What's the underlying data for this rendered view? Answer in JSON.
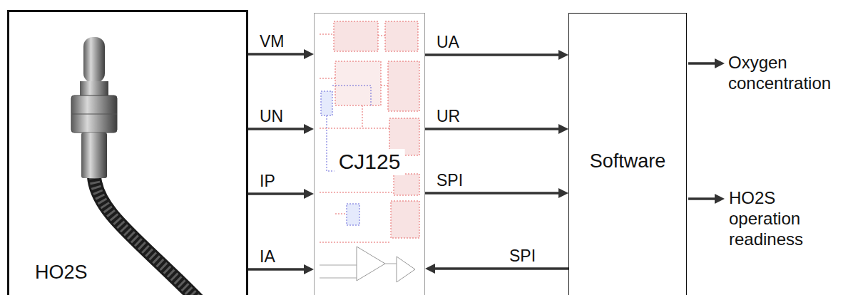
{
  "diagram": {
    "nodes": [
      {
        "text": [
          "HO2S"
        ]
      },
      {
        "text": [
          "CJ125"
        ]
      },
      {
        "text": [
          "Software"
        ]
      }
    ],
    "edges": [
      {
        "from": 0,
        "to": 1,
        "label": "VM",
        "arrow": "to"
      },
      {
        "from": 0,
        "to": 1,
        "label": "UN",
        "arrow": "to"
      },
      {
        "from": 0,
        "to": 1,
        "label": "IP",
        "arrow": "to"
      },
      {
        "from": 0,
        "to": 1,
        "label": "IA",
        "arrow": "to"
      },
      {
        "from": 1,
        "to": 2,
        "label": "UA",
        "arrow": "to"
      },
      {
        "from": 1,
        "to": 2,
        "label": "UR",
        "arrow": "to"
      },
      {
        "from": 1,
        "to": 2,
        "label": "SPI",
        "arrow": "to"
      },
      {
        "from": 2,
        "to": 1,
        "label": "SPI",
        "arrow": "to"
      }
    ],
    "labels": [
      "Oxygen concentration",
      "HO2S operation readiness"
    ]
  }
}
